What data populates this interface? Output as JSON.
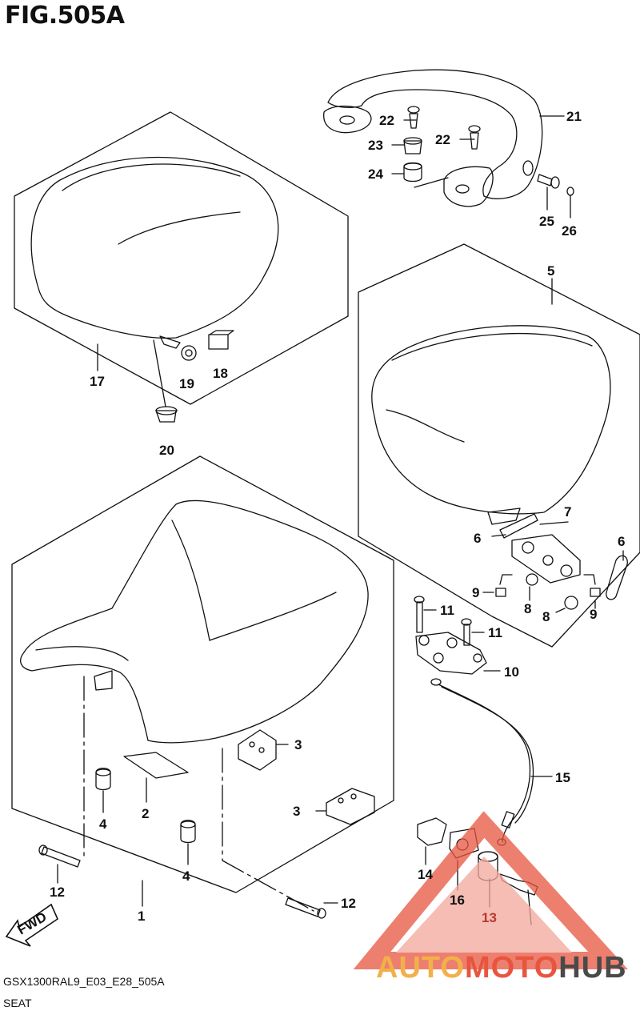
{
  "figure_title": "FIG.505A",
  "footer": {
    "code": "GSX1300RAL9_E03_E28_505A",
    "name": "SEAT"
  },
  "direction_label": "FWD",
  "watermark": {
    "part1": "AUTO",
    "part2": "MOTO",
    "part3": "HUB",
    "color1": "#f2b04a",
    "color2": "#e8553f",
    "color3": "#4a4a4a"
  },
  "callouts": {
    "c1": "1",
    "c2": "2",
    "c3a": "3",
    "c3b": "3",
    "c4a": "4",
    "c4b": "4",
    "c5": "5",
    "c6a": "6",
    "c6b": "6",
    "c7": "7",
    "c8a": "8",
    "c8b": "8",
    "c9a": "9",
    "c9b": "9",
    "c10": "10",
    "c11a": "11",
    "c11b": "11",
    "c12a": "12",
    "c12b": "12",
    "c13": "13",
    "c14": "14",
    "c15": "15",
    "c16": "16",
    "c17": "17",
    "c18": "18",
    "c19": "19",
    "c20": "20",
    "c21": "21",
    "c22a": "22",
    "c22b": "22",
    "c23": "23",
    "c24": "24",
    "c25": "25",
    "c26": "26"
  }
}
